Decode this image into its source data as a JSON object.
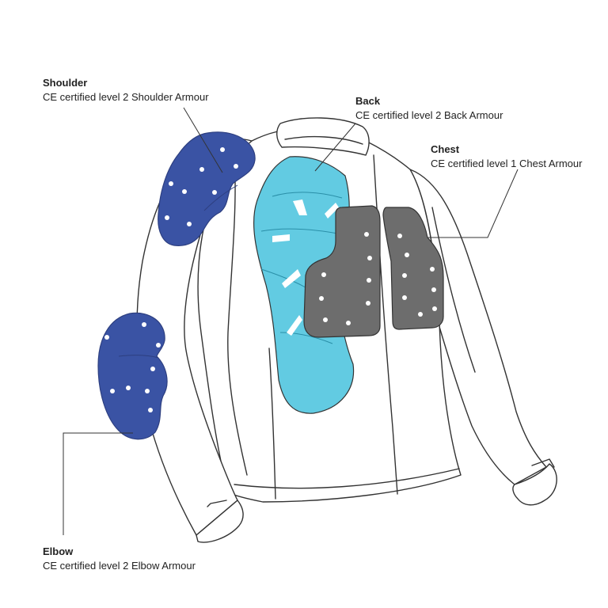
{
  "callouts": {
    "shoulder": {
      "title": "Shoulder",
      "desc": "CE certified level 2 Shoulder Armour"
    },
    "back": {
      "title": "Back",
      "desc": "CE certified level 2 Back Armour"
    },
    "chest": {
      "title": "Chest",
      "desc": "CE certified level 1 Chest Armour"
    },
    "elbow": {
      "title": "Elbow",
      "desc": "CE certified level 2 Elbow  Armour"
    }
  },
  "colors": {
    "outline": "#333333",
    "jacket_fill": "#ffffff",
    "shoulder_armour": "#3a53a4",
    "elbow_armour": "#3a53a4",
    "back_armour": "#62cbe2",
    "chest_armour": "#6d6d6d",
    "vent_dots": "#ffffff"
  }
}
